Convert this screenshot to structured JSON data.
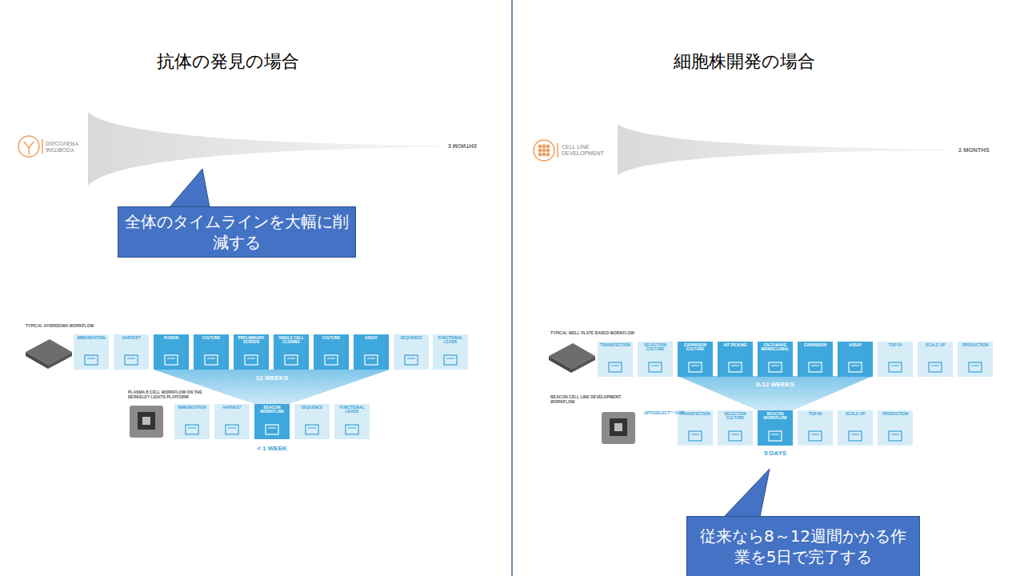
{
  "diagram": {
    "nodes": [
      {
        "text": [
          "全体のタイムラインを大幅に削減する"
        ]
      },
      {
        "text": [
          "IMMUNIZATION"
        ]
      },
      {
        "text": [
          "HARVEST"
        ]
      },
      {
        "text": [
          "FUSION"
        ]
      },
      {
        "text": [
          "CULTURE"
        ]
      },
      {
        "text": [
          "PRELIMINARY SCREEN"
        ]
      },
      {
        "text": [
          "SINGLE CELL CLONING"
        ]
      },
      {
        "text": [
          "CULTURE"
        ]
      },
      {
        "text": [
          "ASSAY"
        ]
      },
      {
        "text": [
          "SEQUENCE"
        ]
      },
      {
        "text": [
          "FUNCTIONAL LEADS"
        ]
      },
      {
        "text": [
          "IMMUNIZATION"
        ]
      },
      {
        "text": [
          "HARVEST"
        ]
      },
      {
        "text": [
          "BEACON WORKFLOW"
        ]
      },
      {
        "text": [
          "SEQUENCE"
        ]
      },
      {
        "text": [
          "FUNCTIONAL LEADS"
        ]
      },
      {
        "text": [
          "TRANSFECTION"
        ]
      },
      {
        "text": [
          "SELECTION CULTURE"
        ]
      },
      {
        "text": [
          "EXPANSION CULTURE"
        ]
      },
      {
        "text": [
          "HIT PICKING"
        ]
      },
      {
        "text": [
          "FACS-MAKE MONOCLONAL"
        ]
      },
      {
        "text": [
          "EXPANSION"
        ]
      },
      {
        "text": [
          "ASSAY"
        ]
      },
      {
        "text": [
          "TOP 24"
        ]
      },
      {
        "text": [
          "SCALE UP"
        ]
      },
      {
        "text": [
          "PRODUCTION"
        ]
      },
      {
        "text": [
          "TRANSFECTION"
        ]
      },
      {
        "text": [
          "SELECTION CULTURE"
        ]
      },
      {
        "text": [
          "BEACON WORKFLOW"
        ]
      },
      {
        "text": [
          "TOP 96"
        ]
      },
      {
        "text": [
          "SCALE UP"
        ]
      },
      {
        "text": [
          "PRODUCTION"
        ]
      },
      {
        "text": [
          "従来なら8～12週間かかる作業を5日で完了する"
        ]
      }
    ],
    "labels": [
      "抗体の発見の場合",
      "細胞株開発の場合",
      "ANTIBODY DISCOVERY",
      "3 MONTHS",
      "CELL LINE DEVELOPMENT",
      "2 MONTHS",
      "TYPICAL HYBRIDOMA WORKFLOW",
      "12 WEEKS",
      "PLASMA B CELL WORKFLOW ON THE BERKELEY LIGHTS PLATFORM",
      "< 1 WEEK",
      "TYPICAL WELL PLATE BASED WORKFLOW",
      "8-12 WEEKS",
      "BEACON CELL LINE DEVELOPMENT WORKFLOW",
      "OPTOSELECT™ CHIP",
      "5 DAYS"
    ]
  }
}
